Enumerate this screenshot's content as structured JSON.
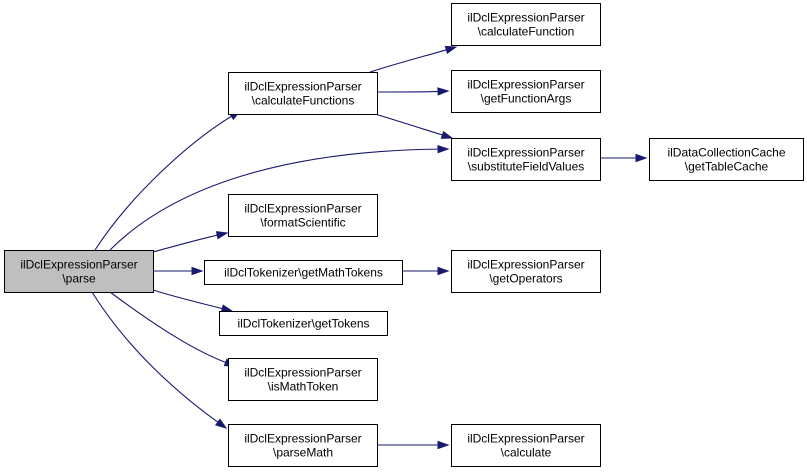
{
  "nodes": [
    {
      "id": "parse",
      "lines": [
        "ilDclExpressionParser",
        "\\parse"
      ],
      "root": true
    },
    {
      "id": "calculateFunctions",
      "lines": [
        "ilDclExpressionParser",
        "\\calculateFunctions"
      ]
    },
    {
      "id": "formatScientific",
      "lines": [
        "ilDclExpressionParser",
        "\\formatScientific"
      ]
    },
    {
      "id": "getMathTokens",
      "lines": [
        "ilDclTokenizer\\getMathTokens"
      ]
    },
    {
      "id": "getTokens",
      "lines": [
        "ilDclTokenizer\\getTokens"
      ]
    },
    {
      "id": "isMathToken",
      "lines": [
        "ilDclExpressionParser",
        "\\isMathToken"
      ]
    },
    {
      "id": "parseMath",
      "lines": [
        "ilDclExpressionParser",
        "\\parseMath"
      ]
    },
    {
      "id": "calculateFunction",
      "lines": [
        "ilDclExpressionParser",
        "\\calculateFunction"
      ]
    },
    {
      "id": "getFunctionArgs",
      "lines": [
        "ilDclExpressionParser",
        "\\getFunctionArgs"
      ]
    },
    {
      "id": "substituteFieldValues",
      "lines": [
        "ilDclExpressionParser",
        "\\substituteFieldValues"
      ]
    },
    {
      "id": "getOperators",
      "lines": [
        "ilDclExpressionParser",
        "\\getOperators"
      ]
    },
    {
      "id": "calculate",
      "lines": [
        "ilDclExpressionParser",
        "\\calculate"
      ]
    },
    {
      "id": "getTableCache",
      "lines": [
        "ilDataCollectionCache",
        "\\getTableCache"
      ]
    }
  ],
  "edges": [
    {
      "from": "parse",
      "to": "calculateFunctions"
    },
    {
      "from": "parse",
      "to": "substituteFieldValues"
    },
    {
      "from": "parse",
      "to": "formatScientific"
    },
    {
      "from": "parse",
      "to": "getMathTokens"
    },
    {
      "from": "parse",
      "to": "getTokens"
    },
    {
      "from": "parse",
      "to": "isMathToken"
    },
    {
      "from": "parse",
      "to": "parseMath"
    },
    {
      "from": "calculateFunctions",
      "to": "calculateFunction"
    },
    {
      "from": "calculateFunctions",
      "to": "getFunctionArgs"
    },
    {
      "from": "calculateFunctions",
      "to": "substituteFieldValues"
    },
    {
      "from": "substituteFieldValues",
      "to": "getTableCache"
    },
    {
      "from": "getMathTokens",
      "to": "getOperators"
    },
    {
      "from": "parseMath",
      "to": "calculate"
    }
  ],
  "colors": {
    "edge": "#191970",
    "root_fill": "#bfbfbf",
    "node_fill": "#ffffff",
    "border": "#000000"
  }
}
